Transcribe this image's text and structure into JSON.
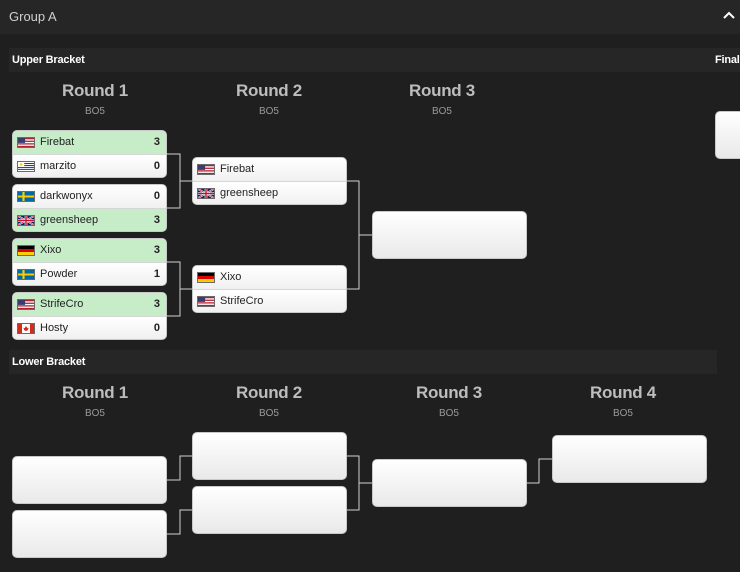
{
  "group": {
    "title": "Group A"
  },
  "upper": {
    "label": "Upper Bracket",
    "final_label": "Final",
    "rounds": [
      {
        "title": "Round 1",
        "format": "BO5"
      },
      {
        "title": "Round 2",
        "format": "BO5"
      },
      {
        "title": "Round 3",
        "format": "BO5"
      }
    ],
    "r1": [
      {
        "p1": {
          "name": "Firebat",
          "flag": "us-flag-icon",
          "score": "3",
          "win": true
        },
        "p2": {
          "name": "marzito",
          "flag": "uruguay-flag-icon",
          "score": "0",
          "win": false
        }
      },
      {
        "p1": {
          "name": "darkwonyx",
          "flag": "sweden-flag-icon",
          "score": "0",
          "win": false
        },
        "p2": {
          "name": "greensheep",
          "flag": "uk-flag-icon",
          "score": "3",
          "win": true
        }
      },
      {
        "p1": {
          "name": "Xixo",
          "flag": "germany-flag-icon",
          "score": "3",
          "win": true
        },
        "p2": {
          "name": "Powder",
          "flag": "sweden-flag-icon",
          "score": "1",
          "win": false
        }
      },
      {
        "p1": {
          "name": "StrifeCro",
          "flag": "us-flag-icon",
          "score": "3",
          "win": true
        },
        "p2": {
          "name": "Hosty",
          "flag": "canada-flag-icon",
          "score": "0",
          "win": false
        }
      }
    ],
    "r2": [
      {
        "p1": {
          "name": "Firebat",
          "flag": "us-flag-icon"
        },
        "p2": {
          "name": "greensheep",
          "flag": "uk-flag-icon"
        }
      },
      {
        "p1": {
          "name": "Xixo",
          "flag": "germany-flag-icon"
        },
        "p2": {
          "name": "StrifeCro",
          "flag": "us-flag-icon"
        }
      }
    ]
  },
  "lower": {
    "label": "Lower Bracket",
    "rounds": [
      {
        "title": "Round 1",
        "format": "BO5"
      },
      {
        "title": "Round 2",
        "format": "BO5"
      },
      {
        "title": "Round 3",
        "format": "BO5"
      },
      {
        "title": "Round 4",
        "format": "BO5"
      }
    ]
  },
  "colors": {
    "background": "#1f1f1f",
    "win_row": "#c6ecc8",
    "round_title": "#bdbdbd"
  }
}
